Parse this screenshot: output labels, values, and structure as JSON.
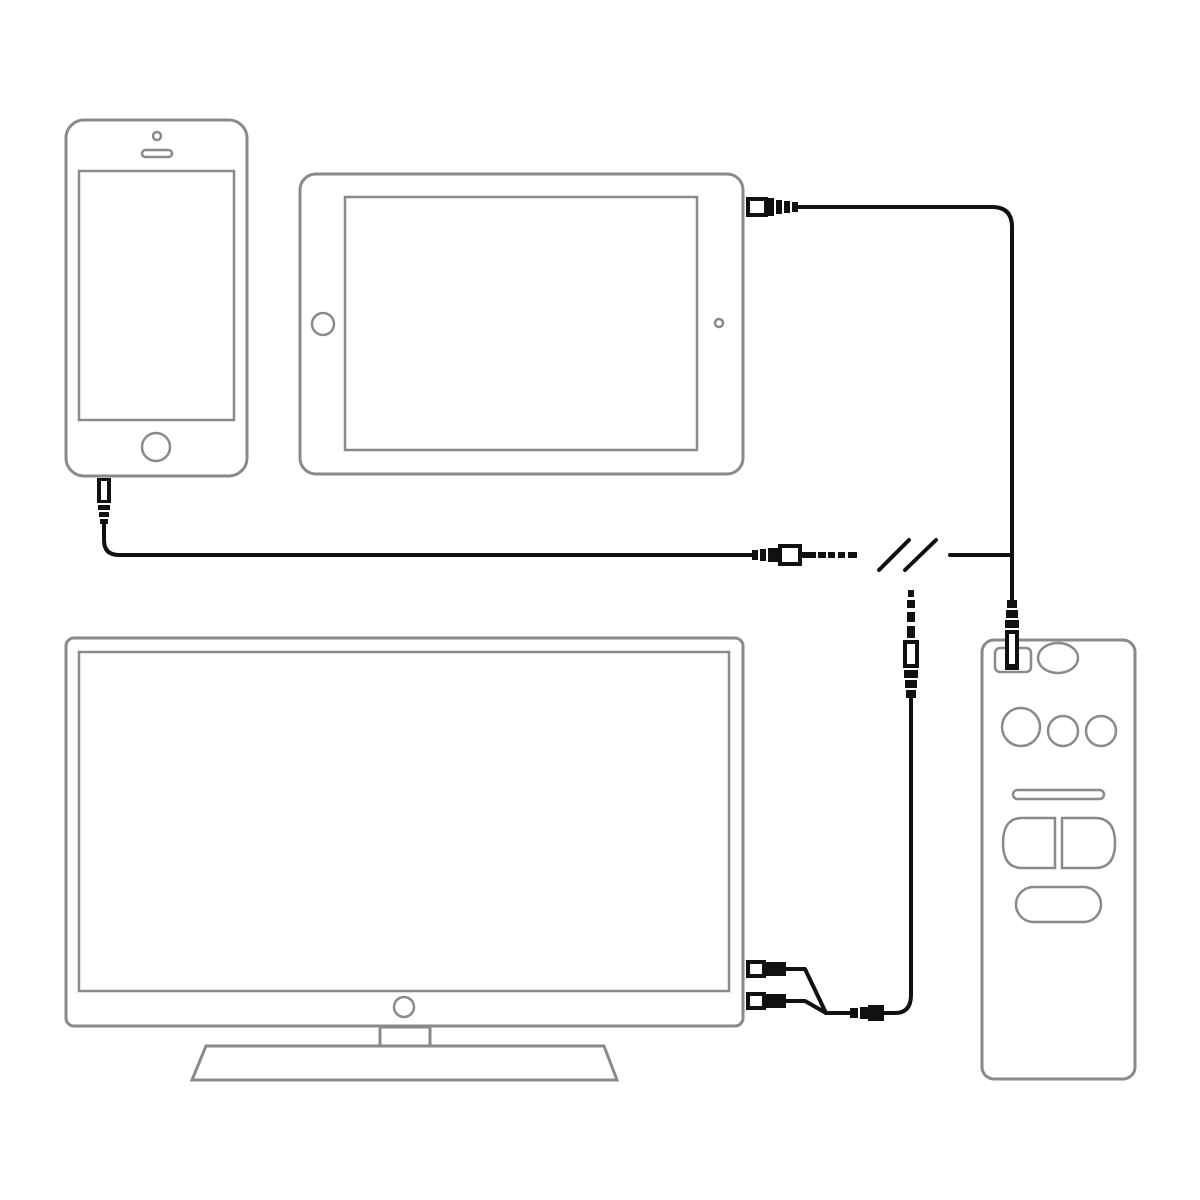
{
  "colors": {
    "device_outline": "#8a8a8a",
    "cable": "#111111",
    "background": "#ffffff"
  },
  "devices": [
    "phone",
    "tablet",
    "television",
    "remote-receiver"
  ],
  "icons": [
    "break-mark-icon"
  ]
}
